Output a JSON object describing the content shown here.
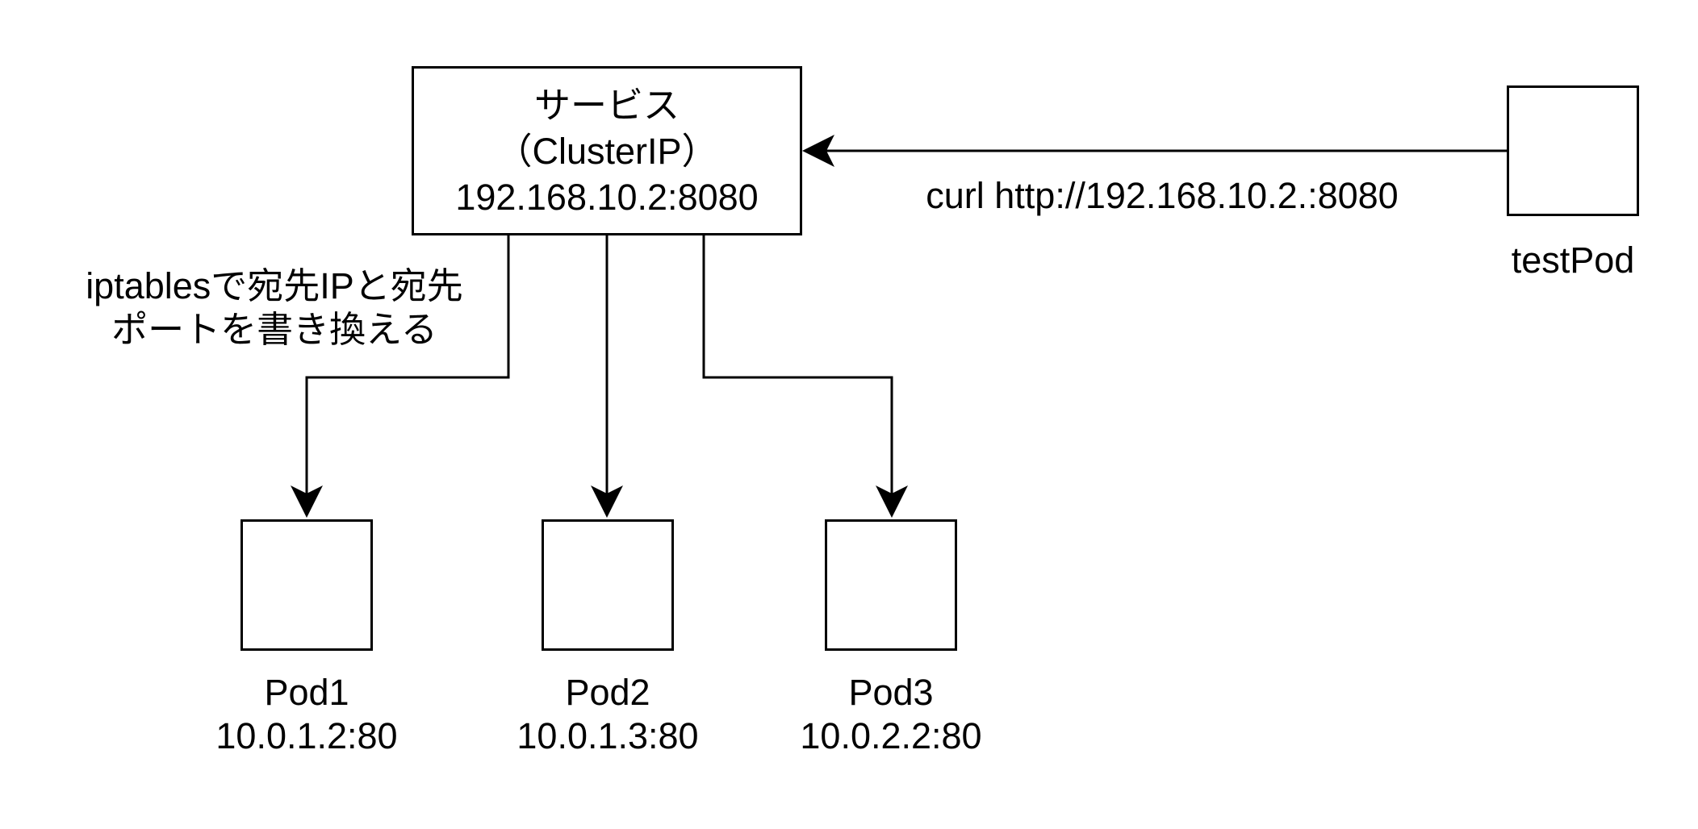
{
  "service": {
    "name": "サービス",
    "type": "（ClusterIP）",
    "address": "192.168.10.2:8080"
  },
  "client": {
    "name": "testPod",
    "request_label": "curl http://192.168.10.2.:8080"
  },
  "iptables_note": {
    "line1": "iptablesで宛先IPと宛先",
    "line2": "ポートを書き換える"
  },
  "pods": [
    {
      "name": "Pod1",
      "address": "10.0.1.2:80"
    },
    {
      "name": "Pod2",
      "address": "10.0.1.3:80"
    },
    {
      "name": "Pod3",
      "address": "10.0.2.2:80"
    }
  ],
  "colors": {
    "stroke": "#000000",
    "background": "#ffffff"
  }
}
